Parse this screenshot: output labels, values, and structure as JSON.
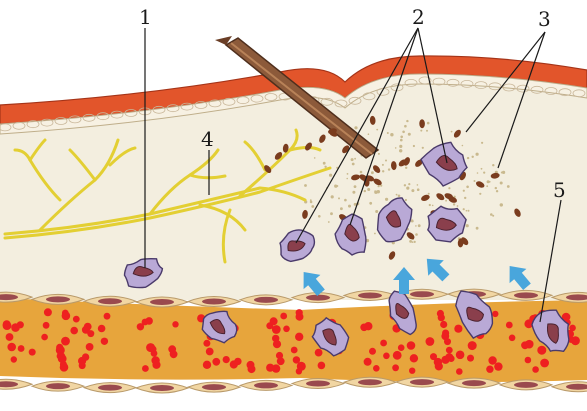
{
  "labels": {
    "l1": "1",
    "l2": "2",
    "l3": "3",
    "l4": "4",
    "l5": "5"
  },
  "colors": {
    "epidermis": "#e2552b",
    "skin_dark": "#b43a1e",
    "dermis": "#f3eedf",
    "nerve": "#e8d640",
    "vessel_plasma": "#e7a53c",
    "red_cell": "#ee2020",
    "vessel_wall": "#f1d6a3",
    "leukocyte_cytoplasm": "#b9a9d6",
    "leukocyte_nucleus": "#8a3f4c",
    "bacteria": "#7a3c1e",
    "arrow": "#49a6dc",
    "splinter": "#8c5a3a"
  },
  "icons": {
    "splinter": "splinter-icon",
    "leukocyte": "leukocyte-icon",
    "bacterium": "bacterium-icon",
    "arrow": "migration-arrow-icon"
  }
}
